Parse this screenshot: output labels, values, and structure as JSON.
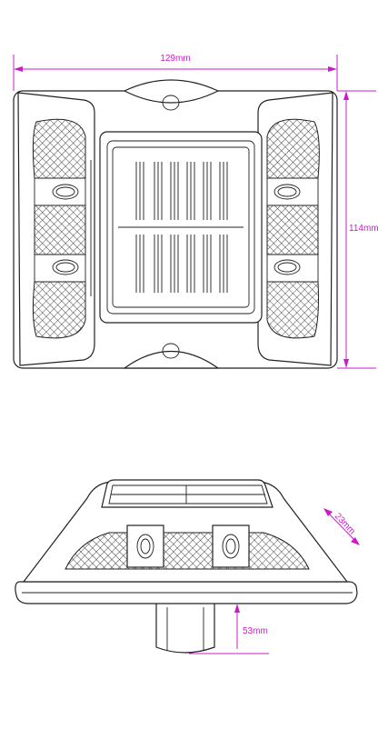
{
  "dimensions": {
    "width": "129mm",
    "length": "114mm",
    "height": "23mm",
    "stem": "53mm"
  },
  "colors": {
    "dimension": "#c81cc8",
    "outline": "#222222"
  }
}
